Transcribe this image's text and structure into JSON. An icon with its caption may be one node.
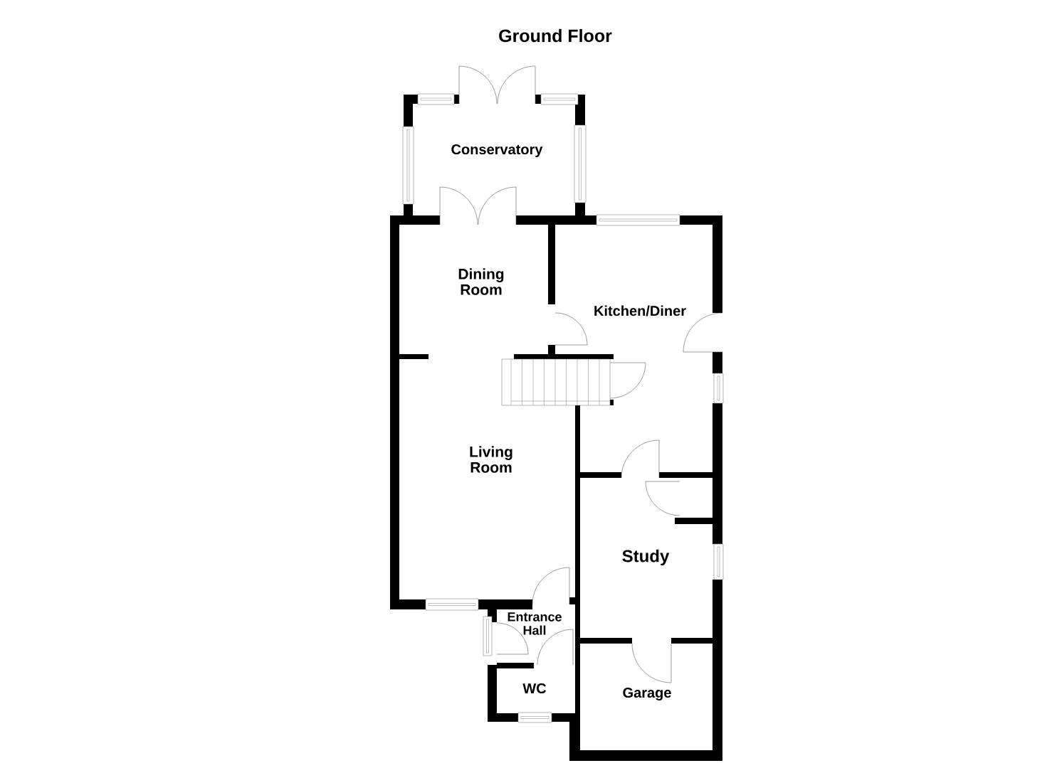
{
  "diagram": {
    "title": "Ground Floor",
    "nodes": [
      {
        "text": [
          "Conservatory"
        ]
      },
      {
        "text": [
          "Dining Room"
        ]
      },
      {
        "text": [
          "Kitchen/Diner"
        ]
      },
      {
        "text": [
          "Living Room"
        ]
      },
      {
        "text": [
          "Study"
        ]
      },
      {
        "text": [
          "Entrance Hall"
        ]
      },
      {
        "text": [
          "WC"
        ]
      },
      {
        "text": [
          "Garage"
        ]
      }
    ]
  }
}
